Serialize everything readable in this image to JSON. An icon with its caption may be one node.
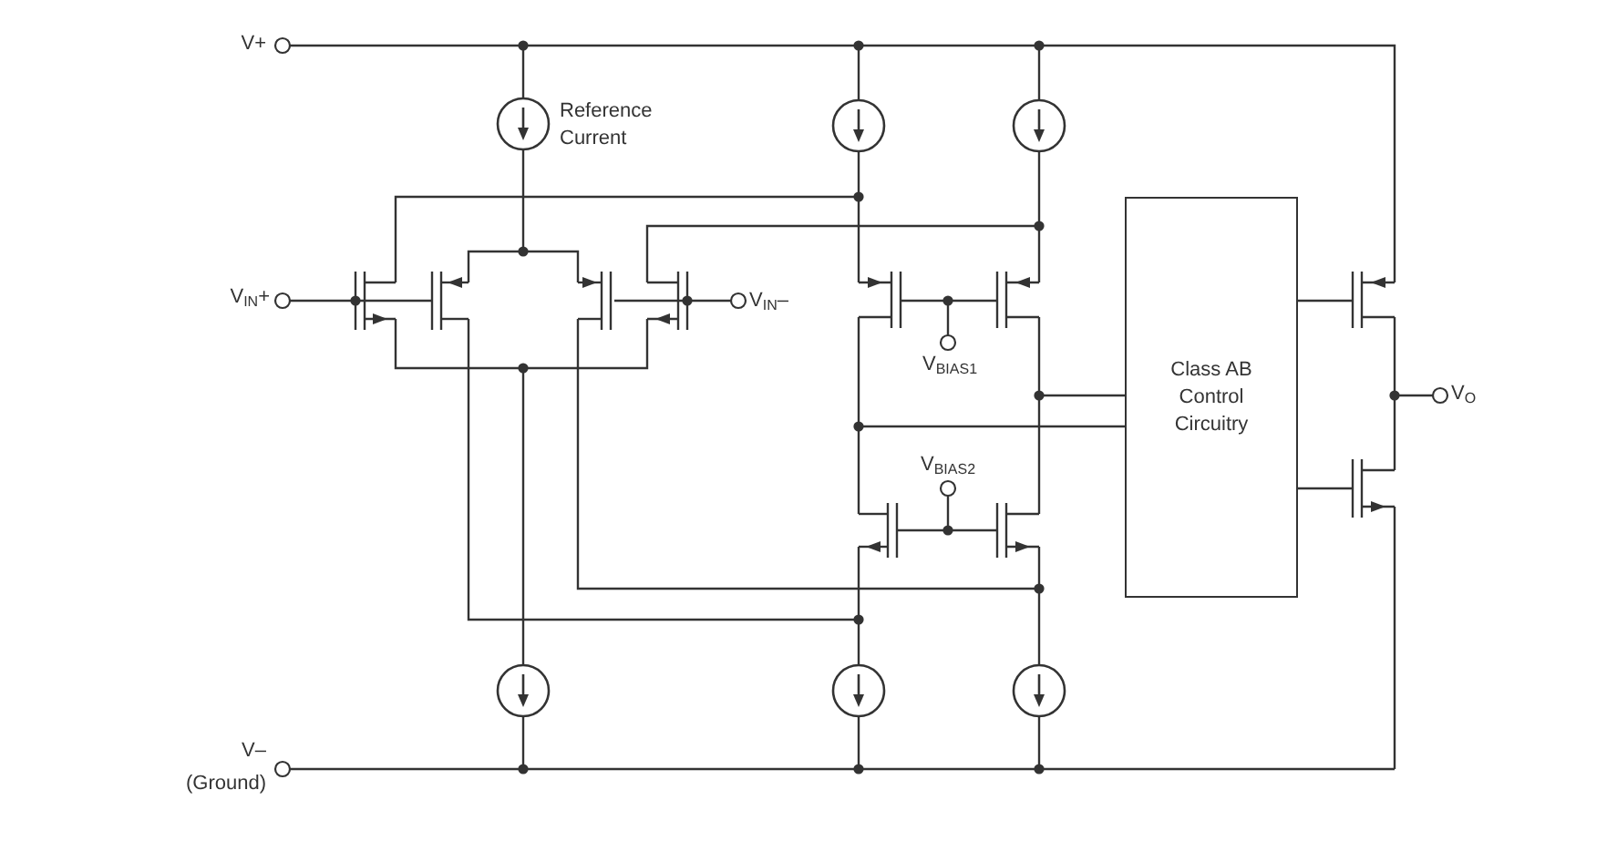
{
  "diagram": {
    "nodes": [
      {
        "text": [
          "Class AB Control Circuitry"
        ]
      }
    ],
    "labels": [
      "V+",
      "Reference Current",
      "V$_{IN}$+",
      "V$_{IN}$–",
      "V$_{BIAS1}$",
      "V$_{BIAS2}$",
      "V$_{O}$",
      "V–",
      "(Ground)"
    ]
  }
}
